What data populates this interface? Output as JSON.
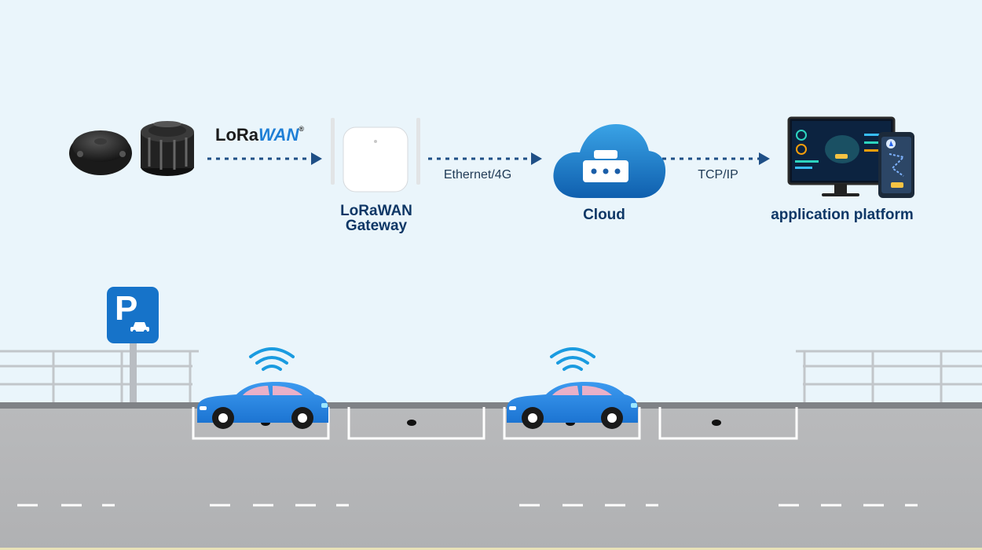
{
  "protocol_logo": {
    "part1": "LoRa",
    "part2": "WAN",
    "mark": "®"
  },
  "nodes": [
    {
      "id": "sensors",
      "label": ""
    },
    {
      "id": "gateway",
      "label_line1": "LoRaWAN",
      "label_line2": "Gateway"
    },
    {
      "id": "cloud",
      "label": "Cloud"
    },
    {
      "id": "platform",
      "label": "application platform"
    }
  ],
  "links": [
    {
      "from": "sensors",
      "to": "gateway",
      "label": ""
    },
    {
      "from": "gateway",
      "to": "cloud",
      "label": "Ethernet/4G"
    },
    {
      "from": "cloud",
      "to": "platform",
      "label": "TCP/IP"
    }
  ],
  "parking_sign": {
    "letter": "P"
  },
  "colors": {
    "background": "#eaf5fb",
    "label": "#0e3766",
    "arrow": "#1f4f86",
    "cloud": "#1d7fc8",
    "car": "#2f8de8",
    "sign": "#1673c9",
    "road": "#b6b7b9"
  }
}
